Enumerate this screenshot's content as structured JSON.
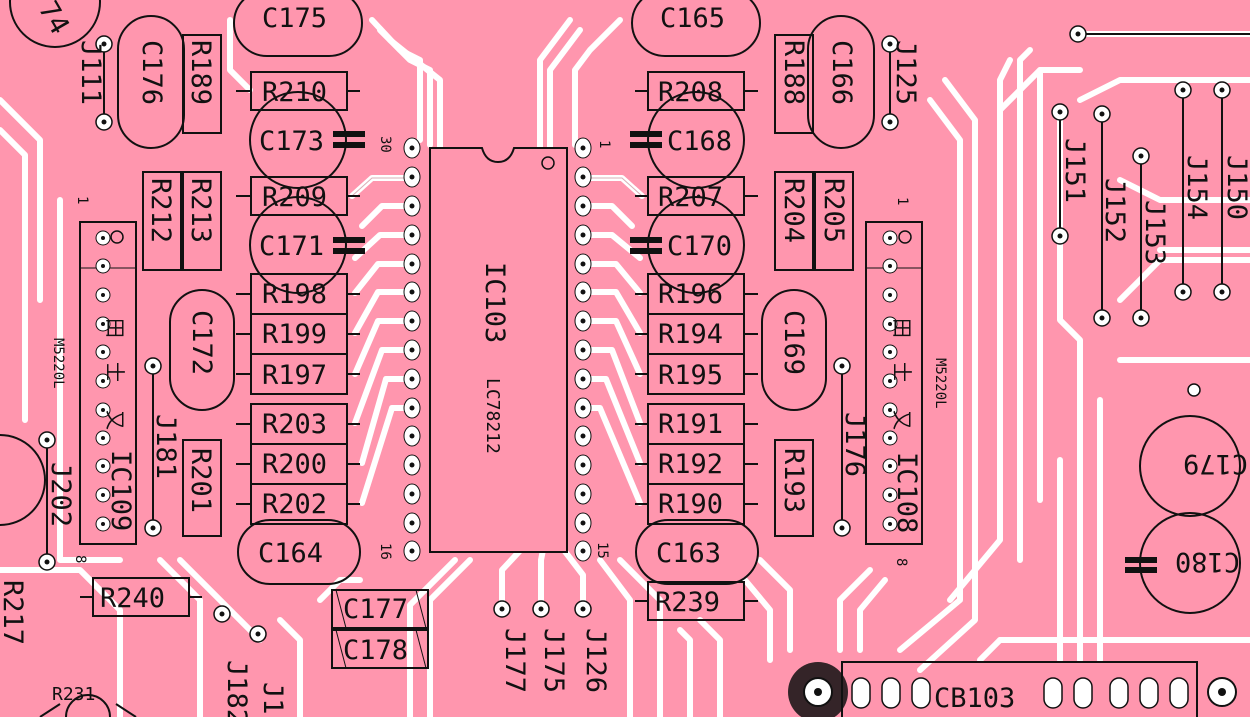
{
  "board": {
    "background_color": "#ff96ae",
    "trace_color": "#ffffff",
    "silk_color": "#111111"
  },
  "ics": {
    "ic103": {
      "ref": "IC103",
      "part": "LC78212",
      "pin_tl": "30",
      "pin_tr": "1",
      "pin_bl": "16",
      "pin_br": "15"
    },
    "ic109": {
      "ref": "IC109",
      "part": "M5220L",
      "pin1": "1",
      "pin8": "8"
    },
    "ic108": {
      "ref": "IC108",
      "part": "M5220L",
      "pin1": "1",
      "pin8": "8"
    }
  },
  "labels": {
    "c175": "C175",
    "c165": "C165",
    "c176": "C176",
    "r189": "R189",
    "r210": "R210",
    "r208": "R208",
    "r188": "R188",
    "c166": "C166",
    "c173": "C173",
    "c168": "C168",
    "r212": "R212",
    "r213": "R213",
    "r209": "R209",
    "r207": "R207",
    "r204": "R204",
    "r205": "R205",
    "c171": "C171",
    "c170": "C170",
    "r198": "R198",
    "r196": "R196",
    "c172": "C172",
    "c169": "C169",
    "r199": "R199",
    "r194": "R194",
    "r197": "R197",
    "r195": "R195",
    "r203": "R203",
    "r191": "R191",
    "r200": "R200",
    "r192": "R192",
    "r201": "R201",
    "r193": "R193",
    "r202": "R202",
    "r190": "R190",
    "c164": "C164",
    "c163": "C163",
    "r240": "R240",
    "r239": "R239",
    "c177": "C177",
    "c178": "C178",
    "c179": "C179",
    "c180": "C180",
    "r231": "R231",
    "r217": "R217",
    "cb103": "CB103",
    "j111": "J111",
    "j125": "J125",
    "j181": "J181",
    "j176": "J176",
    "j202": "J202",
    "j182": "J182",
    "j1x": "J1",
    "j177": "J177",
    "j175": "J175",
    "j126": "J126",
    "j151": "J151",
    "j152": "J152",
    "j153": "J153",
    "j154": "J154",
    "j150": "J150",
    "j74": "74"
  }
}
